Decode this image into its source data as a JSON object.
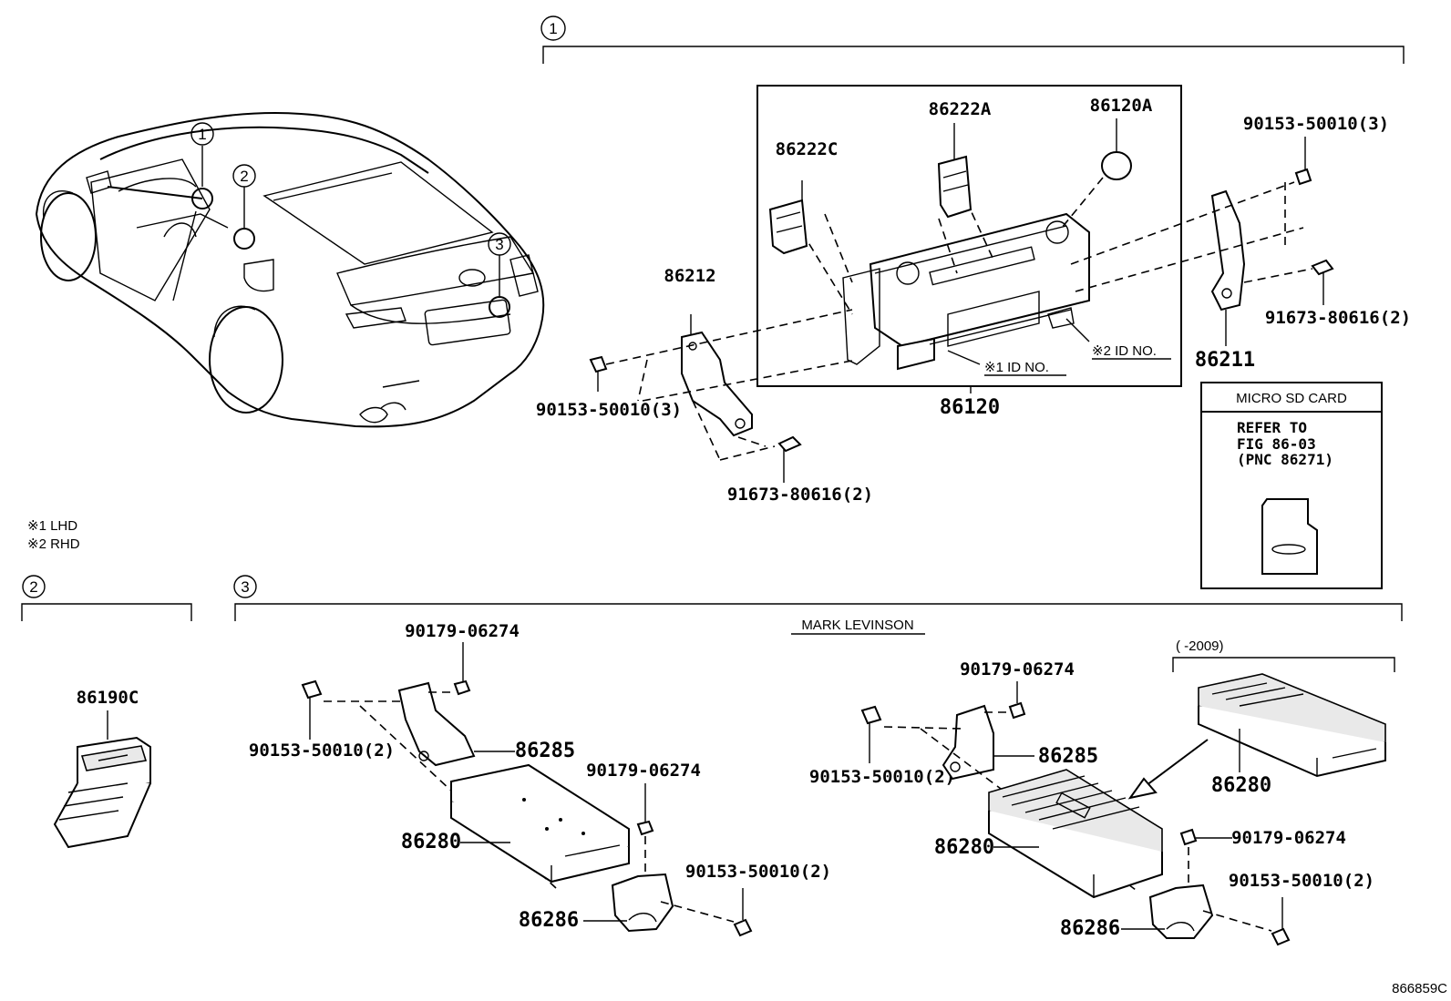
{
  "callouts": {
    "c1": "1",
    "c2": "2",
    "c3": "3"
  },
  "notes": {
    "lhd": "※1 LHD",
    "rhd": "※2 RHD"
  },
  "section1": {
    "p86222A": "86222A",
    "p86120A": "86120A",
    "p86222C": "86222C",
    "p86212": "86212",
    "p86211": "86211",
    "p86120": "86120",
    "id1": "※1 ID NO.",
    "id2": "※2 ID NO.",
    "bolt_right": "90153-50010(3)",
    "bolt_left": "90153-50010(3)",
    "screw_right": "91673-80616(2)",
    "screw_left": "91673-80616(2)"
  },
  "sd_card": {
    "header": "MICRO SD CARD",
    "line1": "REFER TO",
    "line2": "FIG 86-03",
    "line3": "(PNC 86271)"
  },
  "section2": {
    "p86190C": "86190C"
  },
  "section3": {
    "title": "MARK LEVINSON",
    "year_range": "(    -2009)",
    "left": {
      "nut_top": "90179-06274",
      "bolt_top": "90153-50010(2)",
      "bracket_top": "86285",
      "nut_mid": "90179-06274",
      "amp": "86280",
      "bolt_bottom": "90153-50010(2)",
      "bracket_bottom": "86286"
    },
    "right": {
      "nut_top": "90179-06274",
      "bolt_top": "90153-50010(2)",
      "bracket_top": "86285",
      "nut_mid": "90179-06274",
      "amp": "86280",
      "bolt_bottom": "90153-50010(2)",
      "bracket_bottom": "86286",
      "amp_old": "86280"
    }
  },
  "figure_id": "866859C"
}
